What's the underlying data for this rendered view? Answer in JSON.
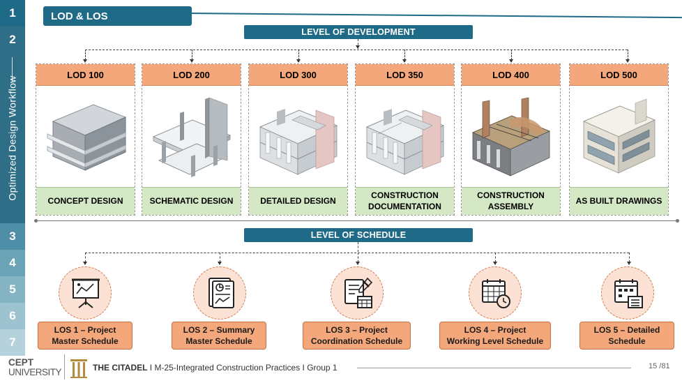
{
  "sidebar": {
    "numbers": [
      "1",
      "2",
      "3",
      "4",
      "5",
      "6",
      "7"
    ],
    "vertical_title": "Optimized Design Workflow",
    "colors": [
      "#1f6a86",
      "#2f6e87",
      "#4e8ea7",
      "#6aa2b6",
      "#84b3c4",
      "#9ec3d0",
      "#b5d1db"
    ]
  },
  "header": {
    "title": "LOD & LOS"
  },
  "lod": {
    "banner": "LEVEL OF DEVELOPMENT",
    "items": [
      {
        "level": "LOD 100",
        "stage": "CONCEPT DESIGN"
      },
      {
        "level": "LOD 200",
        "stage": "SCHEMATIC DESIGN"
      },
      {
        "level": "LOD 300",
        "stage": "DETAILED DESIGN"
      },
      {
        "level": "LOD 350",
        "stage": "CONSTRUCTION\nDOCUMENTATION"
      },
      {
        "level": "LOD 400",
        "stage": "CONSTRUCTION\nASSEMBLY"
      },
      {
        "level": "LOD 500",
        "stage": "AS BUILT DRAWINGS"
      }
    ]
  },
  "los": {
    "banner": "LEVEL OF SCHEDULE",
    "items": [
      {
        "label": "LOS 1 – Project\nMaster Schedule",
        "icon": "presentation-board-icon"
      },
      {
        "label": "LOS 2 – Summary\nMaster Schedule",
        "icon": "report-document-icon"
      },
      {
        "label": "LOS 3 – Project\nCoordination Schedule",
        "icon": "checklist-calendar-icon"
      },
      {
        "label": "LOS 4 – Project\nWorking Level Schedule",
        "icon": "calendar-clock-icon"
      },
      {
        "label": "LOS 5 – Detailed\nSchedule",
        "icon": "calendar-list-icon"
      }
    ]
  },
  "footer": {
    "logo_line1": "CEPT",
    "logo_line2": "UNIVERSITY",
    "team": "THE CITADEL",
    "course": " I M-25-Integrated Construction Practices I Group 1",
    "page": "15 /81"
  },
  "colors": {
    "accent": "#1f6a86",
    "lod_header": "#f4a77a",
    "stage_fill": "#d4e8c6",
    "los_circle": "#fbe2d4",
    "los_label": "#f4a77a"
  }
}
